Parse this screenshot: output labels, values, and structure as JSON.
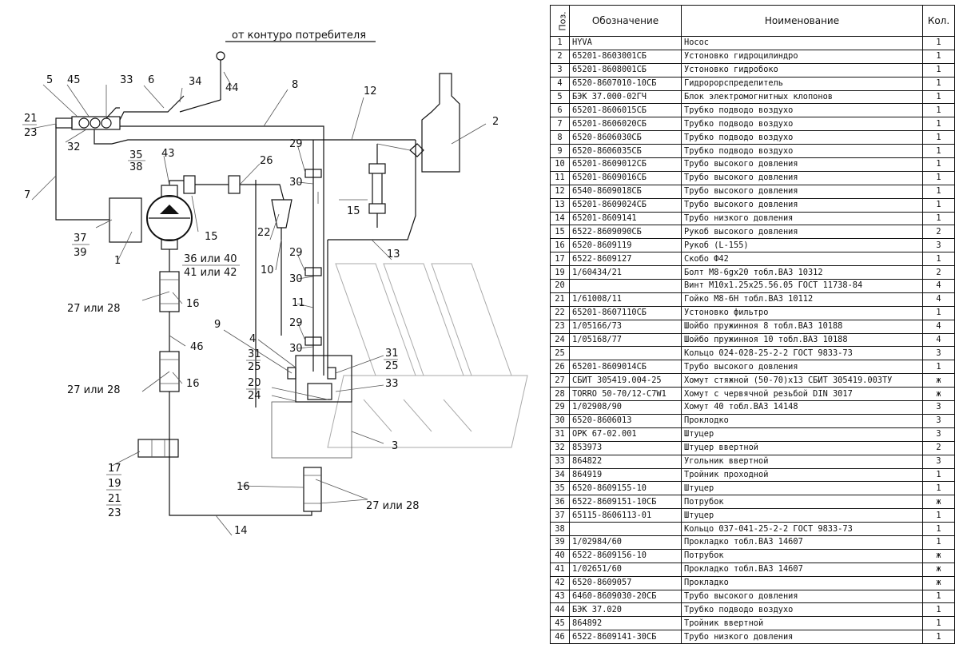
{
  "diagram": {
    "consumer_label": "от контуро потребителя",
    "alt_labels": {
      "a": "36 или 40",
      "b": "41 или 42",
      "c1": "27 или 28",
      "c2": "27 или 28",
      "c3": "27 или 28"
    },
    "callouts": [
      "1",
      "2",
      "3",
      "4",
      "5",
      "6",
      "7",
      "8",
      "9",
      "10",
      "11",
      "12",
      "13",
      "14",
      "15",
      "15",
      "16",
      "16",
      "16",
      "17",
      "19",
      "20",
      "21",
      "21",
      "22",
      "23",
      "23",
      "24",
      "25",
      "25",
      "26",
      "29",
      "29",
      "29",
      "30",
      "30",
      "30",
      "31",
      "31",
      "32",
      "33",
      "33",
      "34",
      "35",
      "37",
      "38",
      "39",
      "43",
      "44",
      "45",
      "46"
    ]
  },
  "spec": {
    "headers": {
      "pos": "Поз.",
      "designation": "Обозначение",
      "name": "Ноименование",
      "qty": "Кол."
    },
    "rows": [
      {
        "pos": "1",
        "des": "HYVA",
        "name": "Нococ",
        "qty": "1"
      },
      {
        "pos": "2",
        "des": "65201-8603001СБ",
        "name": "Устоновко гидроцилиндро",
        "qty": "1"
      },
      {
        "pos": "3",
        "des": "65201-8608001СБ",
        "name": "Устоновко гидробоко",
        "qty": "1"
      },
      {
        "pos": "4",
        "des": "6520-8607010-10СБ",
        "name": "Гидророрспределитель",
        "qty": "1"
      },
      {
        "pos": "5",
        "des": "БЭК 37.000-02ГЧ",
        "name": "Блок электромогнитных клопонов",
        "qty": "1"
      },
      {
        "pos": "6",
        "des": "65201-8606015СБ",
        "name": "Трубко подводо воздухо",
        "qty": "1"
      },
      {
        "pos": "7",
        "des": "65201-8606020СБ",
        "name": "Трубко подводо воздухо",
        "qty": "1"
      },
      {
        "pos": "8",
        "des": "6520-8606030СБ",
        "name": "Трубко подводо воздухо",
        "qty": "1"
      },
      {
        "pos": "9",
        "des": "6520-8606035СБ",
        "name": "Трубко подводо воздухо",
        "qty": "1"
      },
      {
        "pos": "10",
        "des": "65201-8609012СБ",
        "name": "Трубо высокого довления",
        "qty": "1"
      },
      {
        "pos": "11",
        "des": "65201-8609016СБ",
        "name": "Трубо высокого довления",
        "qty": "1"
      },
      {
        "pos": "12",
        "des": "6540-8609018СБ",
        "name": "Трубо высокого довления",
        "qty": "1"
      },
      {
        "pos": "13",
        "des": "65201-8609024СБ",
        "name": "Трубо высокого довления",
        "qty": "1"
      },
      {
        "pos": "14",
        "des": "65201-8609141",
        "name": "Трубо низкого довления",
        "qty": "1"
      },
      {
        "pos": "15",
        "des": "6522-8609090СБ",
        "name": "Рукоб высокого довления",
        "qty": "2"
      },
      {
        "pos": "16",
        "des": "6520-8609119",
        "name": "Рукоб (L-155)",
        "qty": "3"
      },
      {
        "pos": "17",
        "des": "6522-8609127",
        "name": "Скобо Ф42",
        "qty": "1"
      },
      {
        "pos": "19",
        "des": "1/60434/21",
        "name": "Болт М8-6gх20 тобл.ВАЗ 10312",
        "qty": "2"
      },
      {
        "pos": "20",
        "des": "",
        "name": "Винт М10х1.25х25.56.05 ГОСТ 11738-84",
        "qty": "4"
      },
      {
        "pos": "21",
        "des": "1/61008/11",
        "name": "Гойко М8-6Н тобл.ВАЗ 10112",
        "qty": "4"
      },
      {
        "pos": "22",
        "des": "65201-8607110СБ",
        "name": "Устоновко фильтро",
        "qty": "1"
      },
      {
        "pos": "23",
        "des": "1/05166/73",
        "name": "Шойбо пружинноя 8 тобл.ВАЗ 10188",
        "qty": "4"
      },
      {
        "pos": "24",
        "des": "1/05168/77",
        "name": "Шойбо пружинноя 10 тобл.ВАЗ 10188",
        "qty": "4"
      },
      {
        "pos": "25",
        "des": "",
        "name": "Кольцо 024-028-25-2-2 ГОСТ 9833-73",
        "qty": "3"
      },
      {
        "pos": "26",
        "des": "65201-8609014СБ",
        "name": "Трубо высокого довления",
        "qty": "1"
      },
      {
        "pos": "27",
        "des": "СБИТ 305419.004-25",
        "name": "Хомут стяжной (50-70)х13 СБИТ 305419.003ТУ",
        "qty": "ж"
      },
      {
        "pos": "28",
        "des": "TORRO 50-70/12-С7W1",
        "name": "Хомут с червячной резьбой DIN 3017",
        "qty": "ж"
      },
      {
        "pos": "29",
        "des": "1/02908/90",
        "name": "Хомут 40 тобл.ВАЗ 14148",
        "qty": "3"
      },
      {
        "pos": "30",
        "des": "6520-8606013",
        "name": "Проклодко",
        "qty": "3"
      },
      {
        "pos": "31",
        "des": "ОРК 67-02.001",
        "name": "Штуцер",
        "qty": "3"
      },
      {
        "pos": "32",
        "des": "853973",
        "name": "Штуцер ввертной",
        "qty": "2"
      },
      {
        "pos": "33",
        "des": "864822",
        "name": "Угольник ввертной",
        "qty": "3"
      },
      {
        "pos": "34",
        "des": "864919",
        "name": "Тройник проходной",
        "qty": "1"
      },
      {
        "pos": "35",
        "des": "6520-8609155-10",
        "name": "Штуцер",
        "qty": "1"
      },
      {
        "pos": "36",
        "des": "6522-8609151-10СБ",
        "name": "Потрубок",
        "qty": "ж"
      },
      {
        "pos": "37",
        "des": "65115-8606113-01",
        "name": "Штуцер",
        "qty": "1"
      },
      {
        "pos": "38",
        "des": "",
        "name": "Кольцо 037-041-25-2-2 ГОСТ 9833-73",
        "qty": "1"
      },
      {
        "pos": "39",
        "des": "1/02984/60",
        "name": "Прокладко тобл.ВАЗ 14607",
        "qty": "1"
      },
      {
        "pos": "40",
        "des": "6522-8609156-10",
        "name": "Потрубок",
        "qty": "ж"
      },
      {
        "pos": "41",
        "des": "1/02651/60",
        "name": "Прокладко тобл.ВАЗ 14607",
        "qty": "ж"
      },
      {
        "pos": "42",
        "des": "6520-8609057",
        "name": "Прокладко",
        "qty": "ж"
      },
      {
        "pos": "43",
        "des": "6460-8609030-20СБ",
        "name": "Трубо высокого довления",
        "qty": "1"
      },
      {
        "pos": "44",
        "des": "БЭК 37.020",
        "name": "Трубко подводо воздухо",
        "qty": "1"
      },
      {
        "pos": "45",
        "des": "864892",
        "name": "Тройник ввертной",
        "qty": "1"
      },
      {
        "pos": "46",
        "des": "6522-8609141-30СБ",
        "name": "Трубо низкого довления",
        "qty": "1"
      }
    ]
  }
}
